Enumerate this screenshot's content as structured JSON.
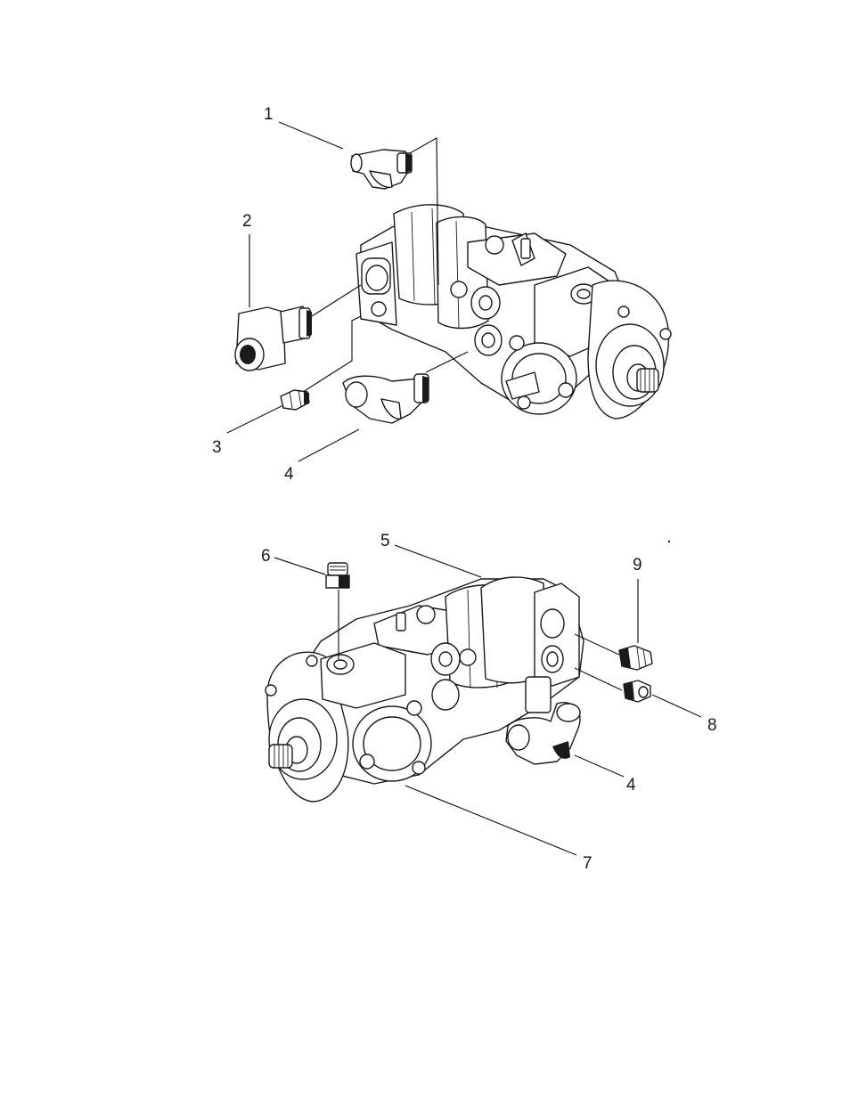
{
  "callouts": {
    "c1": "1",
    "c2": "2",
    "c3": "3",
    "c4_top": "4",
    "c5": "5",
    "c6": "6",
    "c7": "7",
    "c8": "8",
    "c9": "9",
    "c4_bottom": "4"
  }
}
